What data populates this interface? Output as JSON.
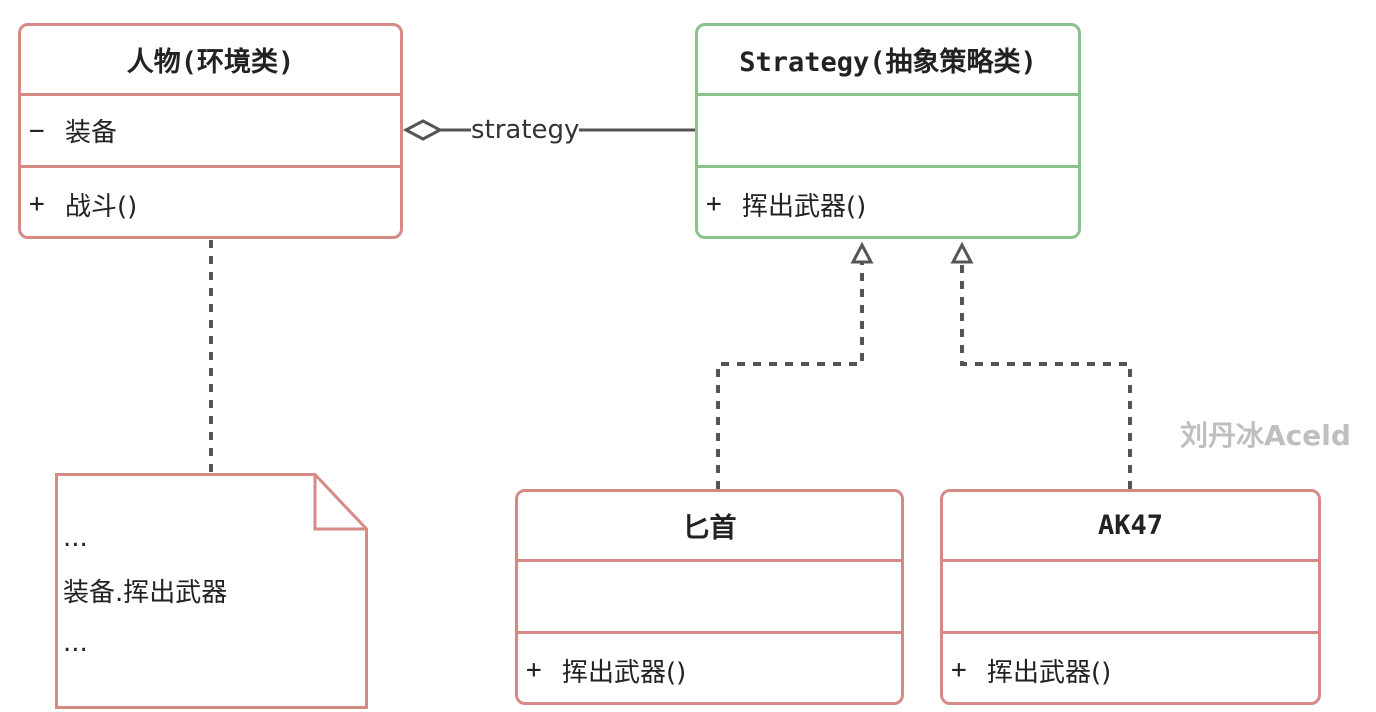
{
  "classes": {
    "person": {
      "name": "人物(环境类)",
      "attribute": {
        "visibility": "−",
        "name": "装备"
      },
      "method": {
        "visibility": "+",
        "name": "战斗()"
      }
    },
    "strategy": {
      "name": "Strategy(抽象策略类)",
      "method": {
        "visibility": "+",
        "name": "挥出武器()"
      }
    },
    "dagger": {
      "name": "匕首",
      "method": {
        "visibility": "+",
        "name": "挥出武器()"
      }
    },
    "ak47": {
      "name": "AK47",
      "method": {
        "visibility": "+",
        "name": "挥出武器()"
      }
    }
  },
  "note": {
    "lines": [
      "...",
      "装备.挥出武器",
      "..."
    ]
  },
  "association": {
    "label": "strategy"
  },
  "watermark": "刘丹冰Aceld",
  "colors": {
    "class_border": "#d58a86",
    "abstract_border": "#8ac28b",
    "connector": "#555555",
    "watermark": "#bfbfbf"
  }
}
